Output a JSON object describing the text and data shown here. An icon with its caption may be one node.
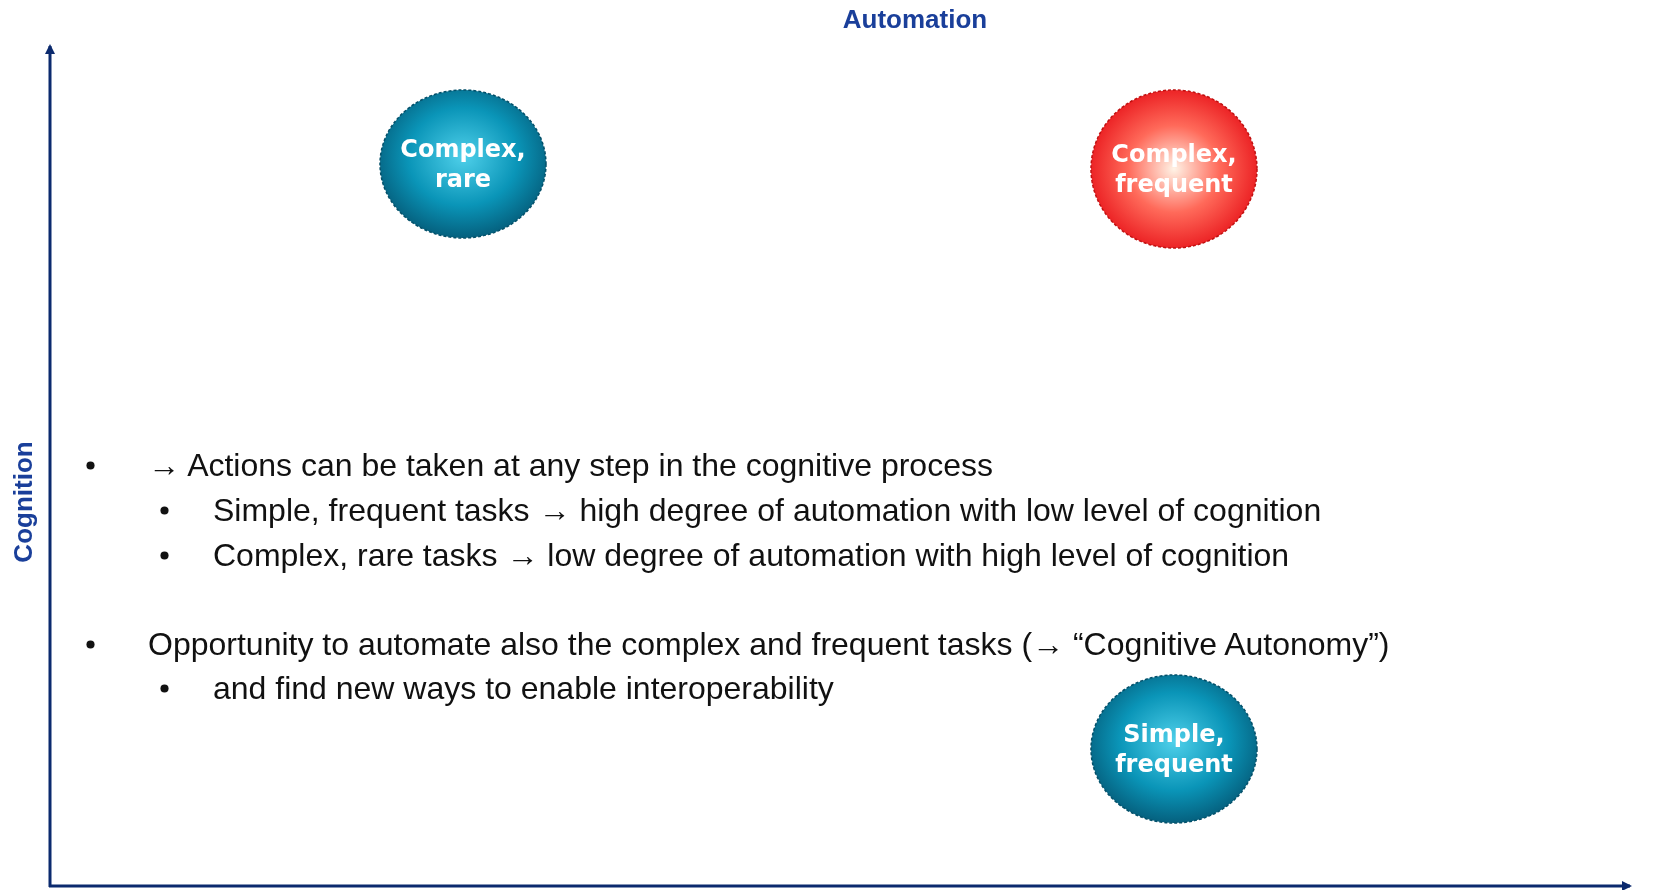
{
  "diagram": {
    "nodes": [
      {
        "text": [
          "Complex, rare"
        ]
      },
      {
        "text": [
          "Complex, frequent"
        ]
      },
      {
        "text": [
          "Simple, frequent"
        ]
      }
    ],
    "edges": [],
    "labels": [
      "Automation",
      "Cognition",
      "→ Actions can be taken at any step in the cognitive process",
      "Simple, frequent tasks → high degree of automation with low level of cognition",
      "Complex, rare tasks → low degree of automation with high level of cognition",
      "Opportunity to automate also the complex and frequent tasks (→ “Cognitive Autonomy”)",
      "and find new ways to enable interoperability"
    ]
  }
}
